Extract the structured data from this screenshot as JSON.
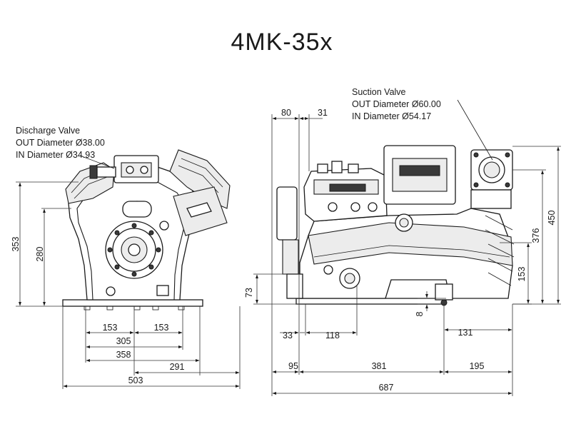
{
  "title": "4MK-35x",
  "discharge": {
    "line1": "Discharge Valve",
    "line2": "OUT Diameter Ø38.00",
    "line3": "IN Diameter Ø34.93"
  },
  "suction": {
    "line1": "Suction Valve",
    "line2": "OUT Diameter Ø60.00",
    "line3": "IN Diameter Ø54.17"
  },
  "front_dims": {
    "h353": "353",
    "h280": "280",
    "w153a": "153",
    "w153b": "153",
    "w305": "305",
    "w358": "358",
    "w291": "291",
    "w503": "503"
  },
  "side_dims": {
    "t80": "80",
    "t31": "31",
    "h73": "73",
    "h8": "8",
    "h153": "153",
    "h376": "376",
    "h450": "450",
    "w33": "33",
    "w118": "118",
    "w131": "131",
    "w95": "95",
    "w381": "381",
    "w195": "195",
    "w687": "687"
  }
}
